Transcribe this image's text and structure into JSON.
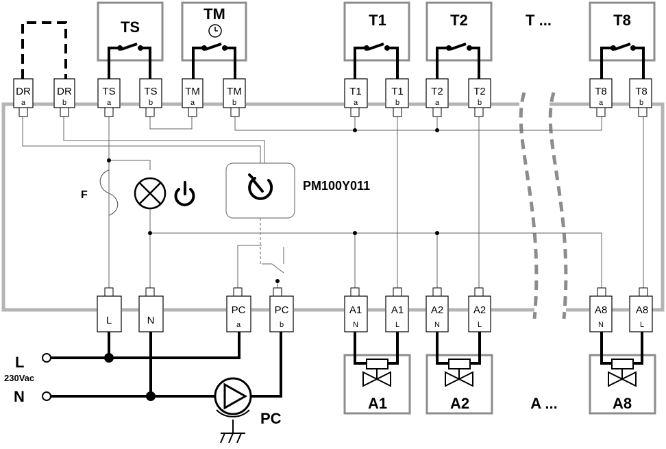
{
  "module": {
    "label": "PM100Y011"
  },
  "top_terminals": [
    {
      "main": "DR",
      "sub": "a"
    },
    {
      "main": "DR",
      "sub": "b"
    },
    {
      "main": "TS",
      "sub": "a"
    },
    {
      "main": "TS",
      "sub": "b"
    },
    {
      "main": "TM",
      "sub": "a"
    },
    {
      "main": "TM",
      "sub": "b"
    },
    {
      "main": "T1",
      "sub": "a"
    },
    {
      "main": "T1",
      "sub": "b"
    },
    {
      "main": "T2",
      "sub": "a"
    },
    {
      "main": "T2",
      "sub": "b"
    },
    {
      "main": "T8",
      "sub": "a"
    },
    {
      "main": "T8",
      "sub": "b"
    }
  ],
  "bottom_terminals": [
    {
      "main": "L",
      "sub": ""
    },
    {
      "main": "N",
      "sub": ""
    },
    {
      "main": "PC",
      "sub": "a"
    },
    {
      "main": "PC",
      "sub": "b"
    },
    {
      "main": "A1",
      "sub": "N"
    },
    {
      "main": "A1",
      "sub": "L"
    },
    {
      "main": "A2",
      "sub": "N"
    },
    {
      "main": "A2",
      "sub": "L"
    },
    {
      "main": "A8",
      "sub": "N"
    },
    {
      "main": "A8",
      "sub": "L"
    }
  ],
  "thermostat_boxes": [
    "TS",
    "TM",
    "T1",
    "T2",
    "T8"
  ],
  "thermostat_more": "T ...",
  "actuator_boxes": [
    "A1",
    "A2",
    "A8"
  ],
  "actuator_more": "A ...",
  "fuse_label": "F",
  "supply": {
    "l_label": "L",
    "voltage": "230Vac",
    "n_label": "N"
  },
  "pump_label": "PC"
}
